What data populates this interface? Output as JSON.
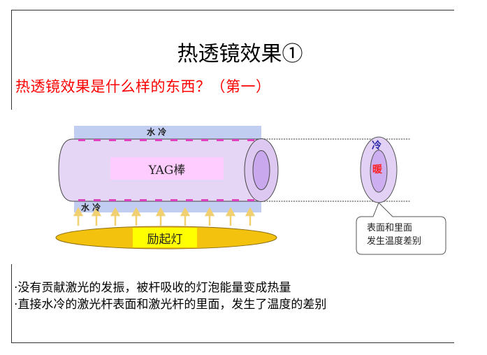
{
  "slide": {
    "title": "热透镜效果①",
    "subtitle": "热透镜效果是什么样的东西？（第一）"
  },
  "diagram": {
    "water_cooling_top": "水 冷",
    "water_cooling_bottom": "水 冷",
    "rod_label": "YAG棒",
    "lamp_label": "励起灯",
    "cross_section_cold": "冷",
    "cross_section_warm": "暖",
    "callout_line1": "表面和里面",
    "callout_line2": "发生温度差别",
    "colors": {
      "rod_fill": "#e6d6f5",
      "rod_label_bg": "#ffccff",
      "water_fill": "#c2cdf2",
      "lamp_fill": "#f2c20f",
      "lamp_label_bg": "#ffff00",
      "absorb_marks": "#e040c0",
      "cold_text": "#2a2aa8",
      "warm_text": "#ff2020"
    }
  },
  "bullets": [
    "·没有贡献激光的发振，被杆吸收的灯泡能量变成热量",
    "·直接水冷的激光杆表面和激光杆的里面，发生了温度的差别"
  ],
  "colors": {
    "subtitle": "#ff0000",
    "frame": "#333333"
  }
}
